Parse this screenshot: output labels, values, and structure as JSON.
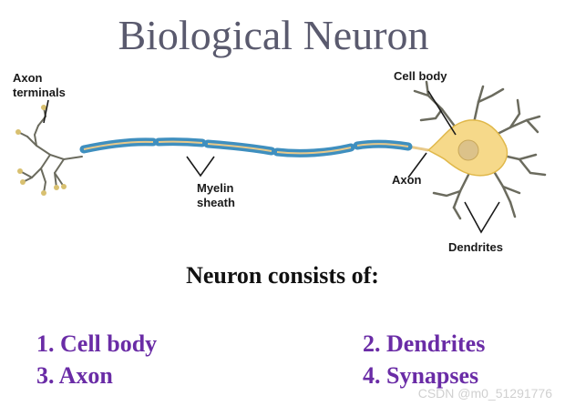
{
  "title": "Biological Neuron",
  "labels": {
    "axon_terminals": "Axon terminals",
    "myelin_sheath": "Myelin sheath",
    "cell_body": "Cell body",
    "axon": "Axon",
    "dendrites": "Dendrites"
  },
  "subheading": "Neuron consists of:",
  "parts": [
    {
      "label": "1. Cell body"
    },
    {
      "label": "2. Dendrites"
    },
    {
      "label": "3. Axon"
    },
    {
      "label": "4. Synapses"
    }
  ],
  "watermark": "CSDN @m0_51291776",
  "colors": {
    "title": "#5a5a6e",
    "list": "#6a2ca6",
    "myelin": "#3f8fbf",
    "axon_core": "#e8c98a",
    "cell_body": "#f6d98a",
    "nucleus": "#dcc28a",
    "branch": "#6b6b5e"
  }
}
